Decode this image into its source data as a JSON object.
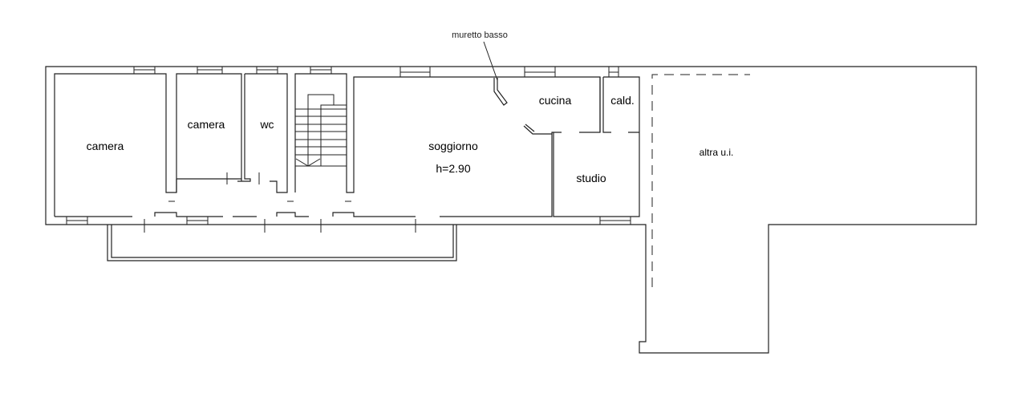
{
  "plan": {
    "annotation": "muretto basso",
    "rooms": {
      "camera_large": "camera",
      "camera_small": "camera",
      "wc": "wc",
      "soggiorno": "soggiorno",
      "height": "h=2.90",
      "cucina": "cucina",
      "cald": "cald.",
      "studio": "studio",
      "other_unit": "altra u.i."
    }
  }
}
